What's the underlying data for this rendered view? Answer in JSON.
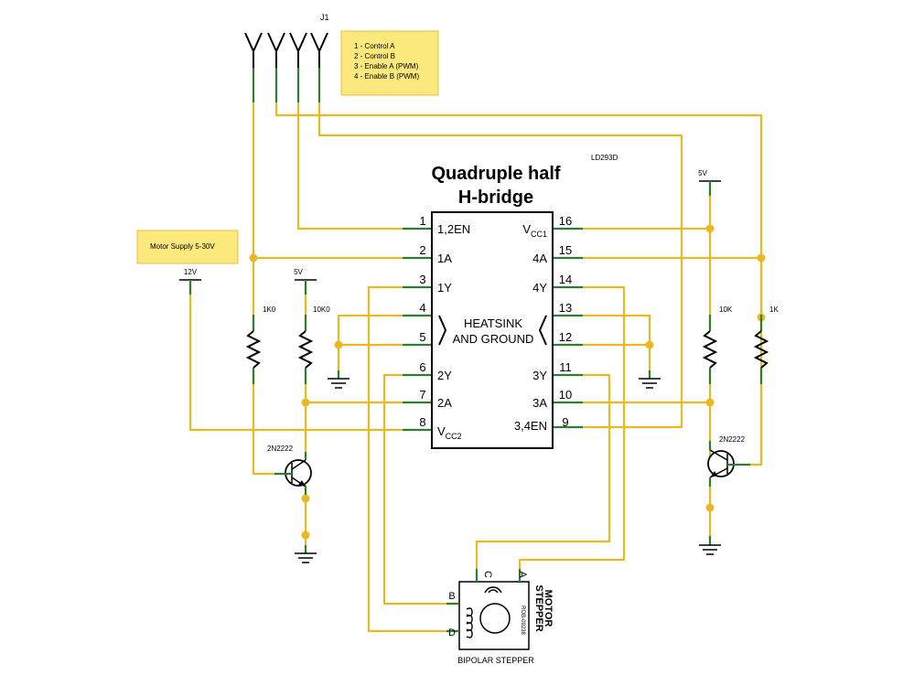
{
  "connector": {
    "ref": "J1",
    "notes": [
      "1 - Control A",
      "2 - Control B",
      "3 - Enable A (PWM)",
      "4 - Enable B (PWM)"
    ]
  },
  "supply_note": "Motor Supply 5-30V",
  "chip": {
    "part": "LD293D",
    "title_line1": "Quadruple half",
    "title_line2": "H-bridge",
    "left_pins": [
      {
        "num": "1",
        "label": "1,2EN"
      },
      {
        "num": "2",
        "label": "1A"
      },
      {
        "num": "3",
        "label": "1Y"
      },
      {
        "num": "4",
        "label": ""
      },
      {
        "num": "5",
        "label": ""
      },
      {
        "num": "6",
        "label": "2Y"
      },
      {
        "num": "7",
        "label": "2A"
      },
      {
        "num": "8",
        "label": "V",
        "sub": "CC2"
      }
    ],
    "right_pins": [
      {
        "num": "16",
        "label": "V",
        "sub": "CC1"
      },
      {
        "num": "15",
        "label": "4A"
      },
      {
        "num": "14",
        "label": "4Y"
      },
      {
        "num": "13",
        "label": ""
      },
      {
        "num": "12",
        "label": ""
      },
      {
        "num": "11",
        "label": "3Y"
      },
      {
        "num": "10",
        "label": "3A"
      },
      {
        "num": "9",
        "label": "3,4EN"
      }
    ],
    "heatsink_line1": "HEATSINK",
    "heatsink_line2": "AND GROUND"
  },
  "power": {
    "v12": "12V",
    "v5_left": "5V",
    "v5_right": "5V"
  },
  "resistors": {
    "r1": "1K0",
    "r2": "10K0",
    "r3": "10K",
    "r4": "1K"
  },
  "transistors": {
    "left": "2N2222",
    "right": "2N2222"
  },
  "motor": {
    "title_line1": "STEPPER",
    "title_line2": "MOTOR",
    "part": "ROB-09238",
    "pins": {
      "a": "A",
      "b": "B",
      "c": "C",
      "d": "D"
    },
    "caption": "BIPOLAR STEPPER"
  },
  "colors": {
    "wire": "#e8b923",
    "lead": "#2e7d32",
    "note_fill": "#fbe97d"
  }
}
